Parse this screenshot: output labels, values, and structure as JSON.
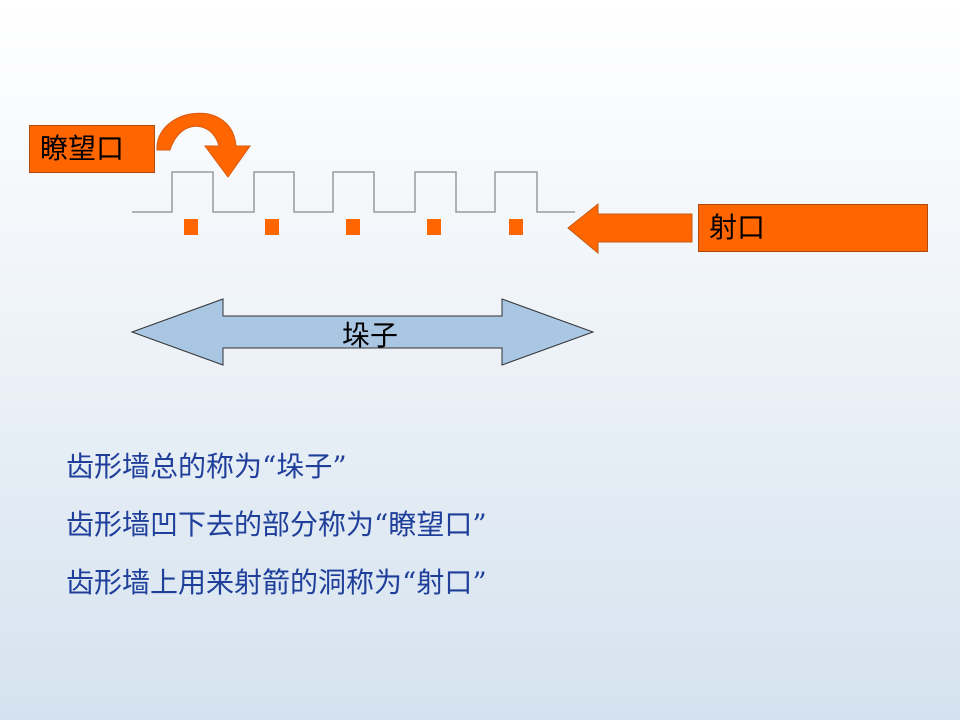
{
  "labels": {
    "lookout": "瞭望口",
    "shooting_hole": "射口",
    "merlon": "垛子"
  },
  "notes": [
    "齿形墙总的称为“垛子”",
    "齿形墙凹下去的部分称为“瞭望口”",
    "齿形墙上用来射箭的洞称为“射口”"
  ],
  "colors": {
    "accent_orange": "#ff6600",
    "arrow_blue": "#a9c7e3",
    "text_blue": "#1f3f9a",
    "wall_line": "#9a9a9a"
  },
  "icons": {
    "curved_arrow": "curved-arrow-icon",
    "left_arrow": "left-arrow-icon",
    "double_arrow": "double-arrow-icon"
  }
}
